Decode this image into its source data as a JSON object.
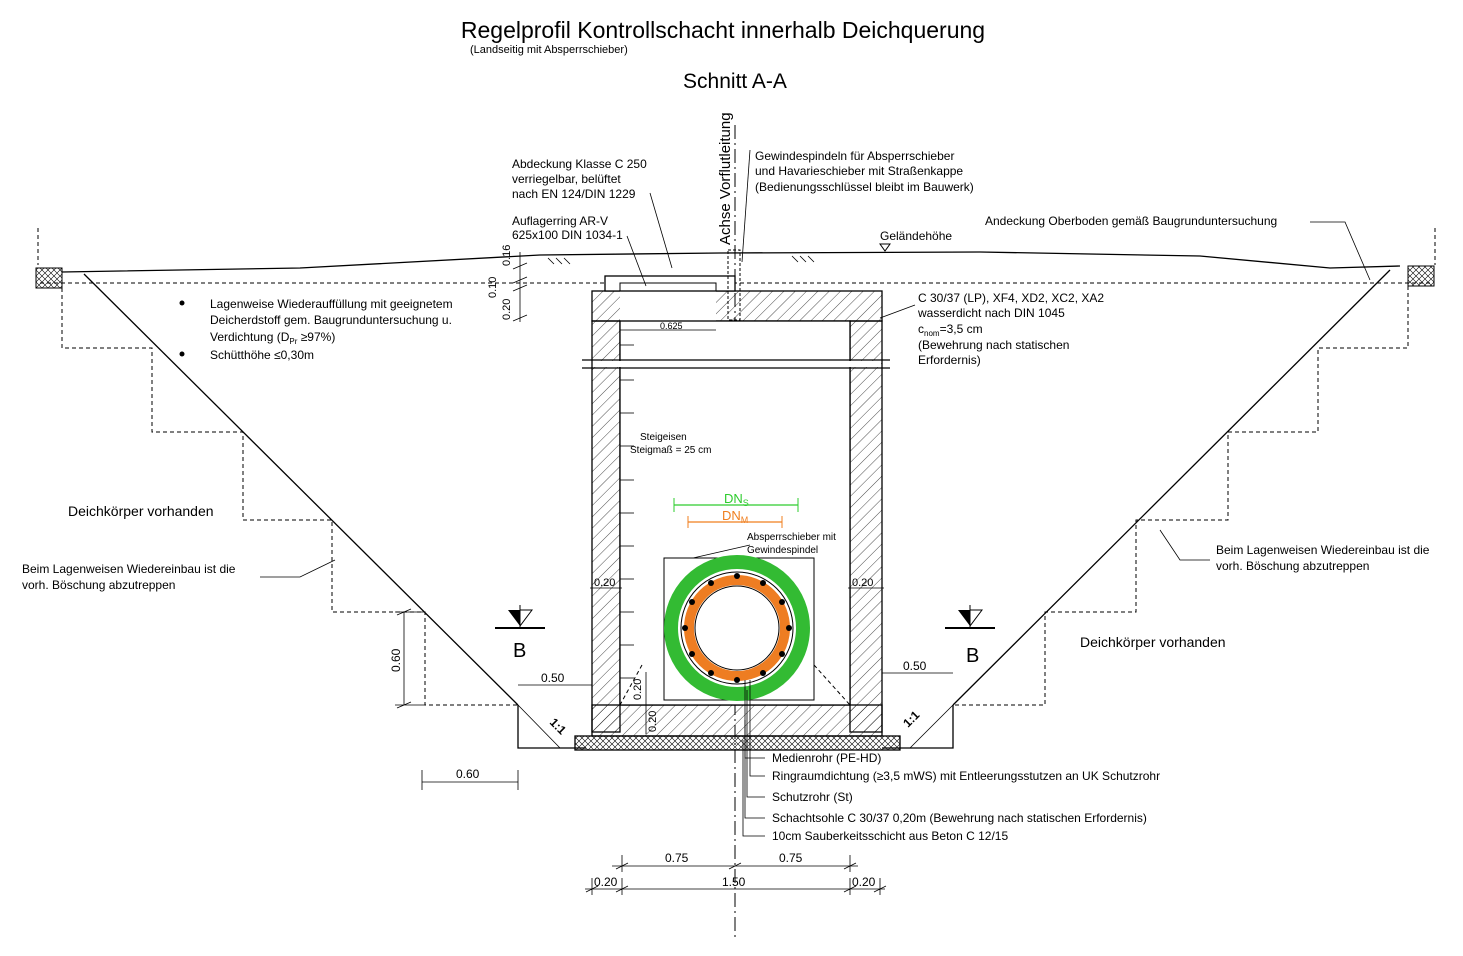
{
  "title": "Regelprofil Kontrollschacht innerhalb Deichquerung",
  "subtitle": "(Landseitig mit Absperrschieber)",
  "section": "Schnitt A-A",
  "axis_label": "Achse Vorflutleitung",
  "labels": {
    "cover": [
      "Abdeckung Klasse C 250",
      "verriegelbar, belüftet",
      "nach EN 124/DIN 1229"
    ],
    "ring": [
      "Auflagerring AR-V",
      "625x100 DIN 1034-1"
    ],
    "spindles": [
      "Gewindespindeln für Absperrschieber",
      "und Havarieschieber mit Straßenkappe",
      "(Bedienungsschlüssel bleibt im Bauwerk)"
    ],
    "topsoil": "Andeckung Oberboden gemäß Baugrunduntersuchung",
    "ground_level": "Geländehöhe",
    "backfill_1": [
      "Lagenweise Wiederauffüllung mit geeignetem",
      "Deicherdstoff gem. Baugrunduntersuchung u.",
      "Verdichtung (D"
    ],
    "backfill_1_sub": "Pr",
    "backfill_1_end": " ≥97%)",
    "backfill_2": "Schütthöhe ≤0,30m",
    "concrete": [
      "C 30/37 (LP), XF4, XD2, XC2, XA2",
      "wasserdicht nach DIN 1045",
      "c"
    ],
    "concrete_sub": "nom",
    "concrete_cnom": "=3,5 cm",
    "concrete_2": [
      "(Bewehrung nach statischen",
      "Erfordernis)"
    ],
    "steps": [
      "Steigeisen",
      "Steigmaß = 25 cm"
    ],
    "dike_left": "Deichkörper vorhanden",
    "dike_right": "Deichkörper vorhanden",
    "rebuild_left": [
      "Beim Lagenweisen Wiedereinbau ist die",
      "vorh. Böschung abzutreppen"
    ],
    "rebuild_right": [
      "Beim Lagenweisen Wiedereinbau ist die",
      "vorh. Böschung abzutreppen"
    ],
    "valve": [
      "Absperrschieber mit",
      "Gewindespindel"
    ],
    "dn_s": "DN",
    "dn_s_sub": "S",
    "dn_m": "DN",
    "dn_m_sub": "M",
    "section_b": "B",
    "slope": "1:1",
    "legend": [
      "Medienrohr (PE-HD)",
      "Ringraumdichtung (≥3,5 mWS) mit Entleerungsstutzen an UK Schutzrohr",
      "Schutzrohr (St)",
      "Schachtsohle C 30/37  0,20m (Bewehrung nach statischen Erfordernis)",
      "10cm Sauberkeitsschicht aus Beton C 12/15"
    ]
  },
  "dimensions": {
    "d_016": "0.16",
    "d_010": "0.10",
    "d_020_top": "0.20",
    "d_0625": "0.625",
    "d_020_wall_l": "0.20",
    "d_020_wall_r": "0.20",
    "d_050_l": "0.50",
    "d_050_r": "0.50",
    "d_060_v": "0.60",
    "d_060_h": "0.60",
    "d_020_a": "0.20",
    "d_020_b": "0.20",
    "d_075_l": "0.75",
    "d_075_r": "0.75",
    "d_150": "1.50",
    "d_020_bl": "0.20",
    "d_020_br": "0.20"
  },
  "colors": {
    "dn_s": "#2ecc2e",
    "dn_m": "#f07f1f",
    "protect_pipe": "#33bb33",
    "media_pipe": "#ee7d22"
  }
}
